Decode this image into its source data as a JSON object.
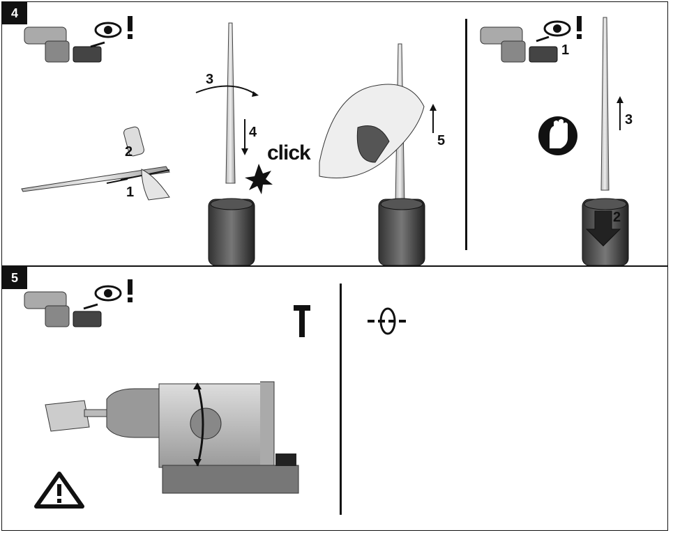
{
  "panel4": {
    "step": "4",
    "labels": {
      "n1": "1",
      "n2": "2",
      "n3": "3",
      "n4": "4",
      "n5": "5",
      "click": "click",
      "r1": "1",
      "r2": "2",
      "r3": "3"
    }
  },
  "panel5": {
    "step": "5"
  },
  "icons": {
    "warning": "warning-triangle-icon",
    "gloves": "gloves-icon",
    "eye": "eye-icon",
    "hammer": "hammer-mode-icon",
    "rotation": "rotation-mode-icon"
  }
}
